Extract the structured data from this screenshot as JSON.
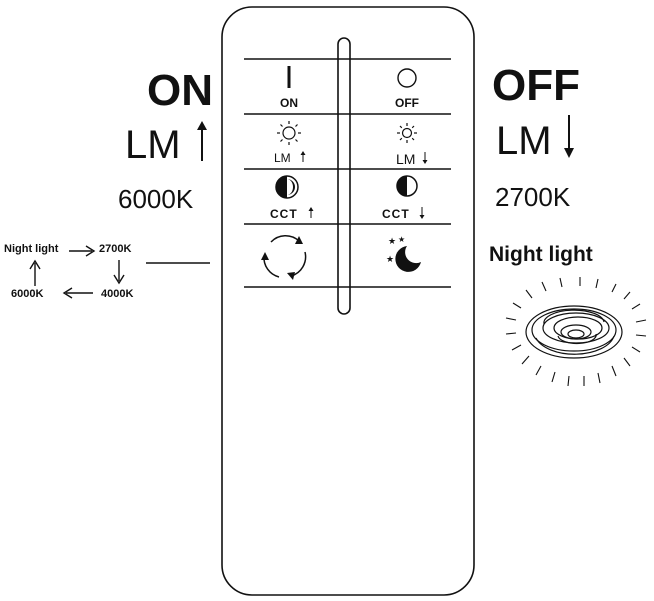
{
  "labels": {
    "on": "ON",
    "off": "OFF",
    "lm_left": "LM",
    "lm_right": "LM",
    "temp_left": "6000K",
    "temp_right": "2700K",
    "night_light_title": "Night light"
  },
  "cycle": {
    "night_light": "Night light",
    "k2700": "2700K",
    "k4000": "4000K",
    "k6000": "6000K"
  },
  "remote": {
    "buttons": {
      "on": "ON",
      "off": "OFF",
      "lm_up": "LM",
      "lm_down": "LM",
      "cct_up": "CCT",
      "cct_down": "CCT"
    }
  },
  "colors": {
    "stroke": "#111111",
    "background": "#ffffff"
  }
}
